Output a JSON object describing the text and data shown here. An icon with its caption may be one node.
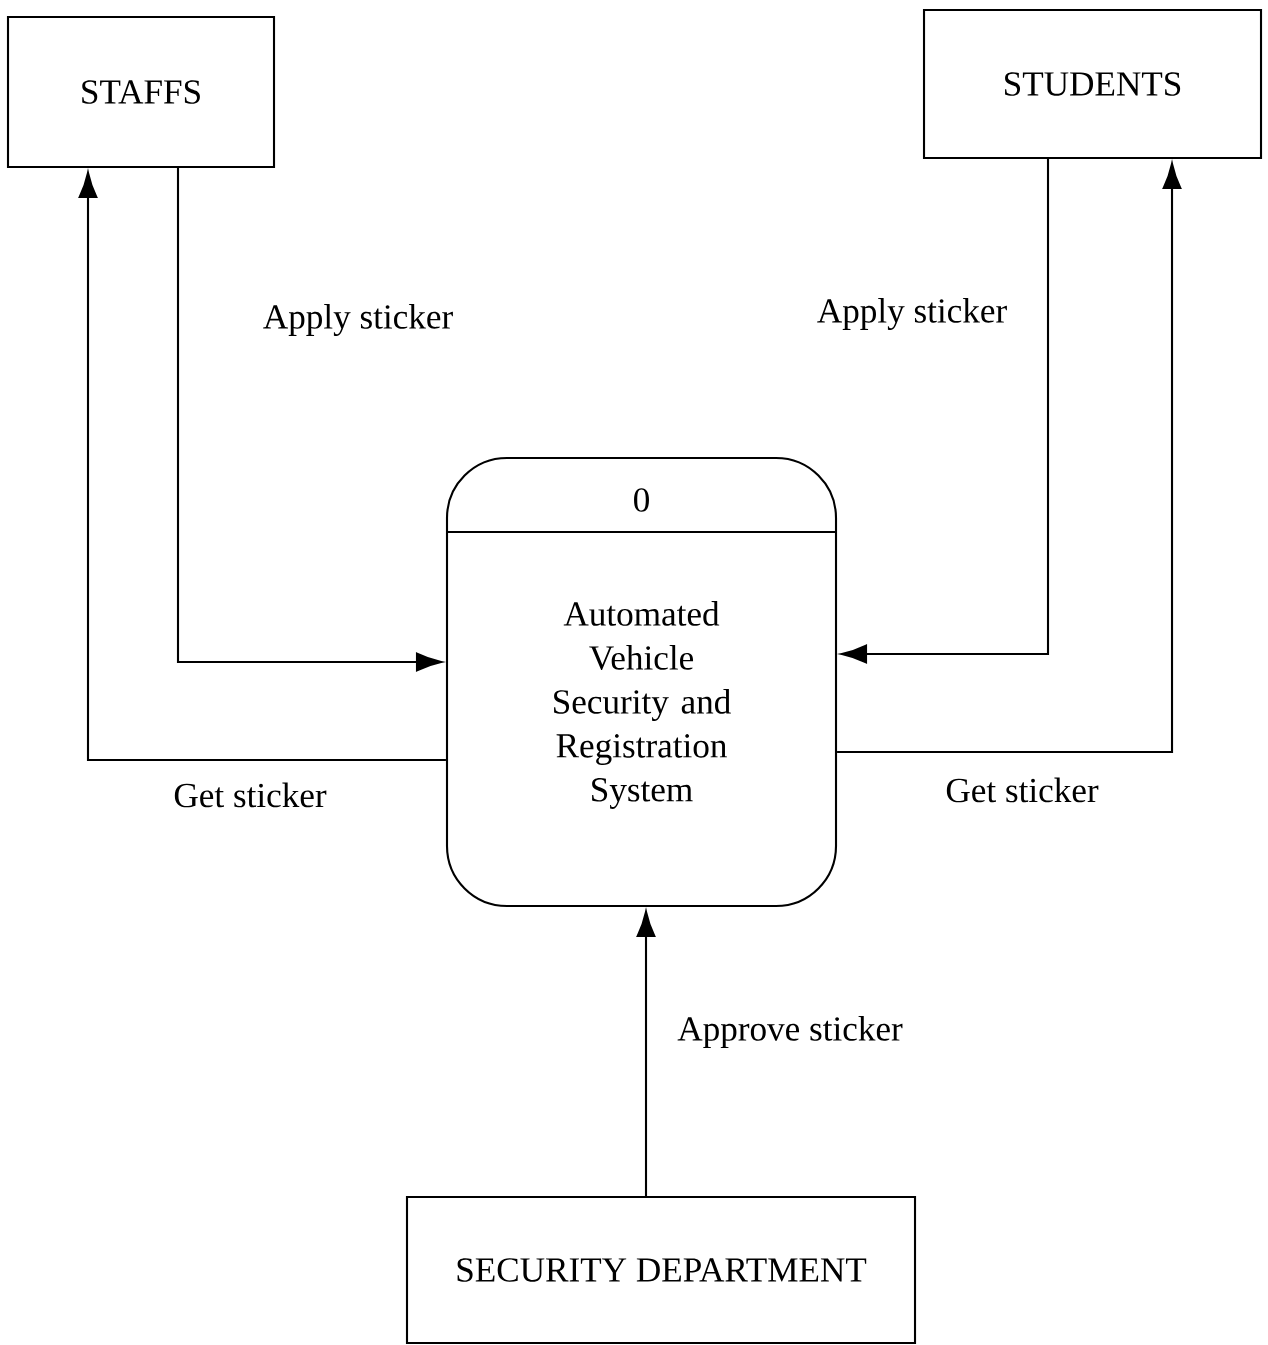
{
  "diagram": {
    "nodes": [
      {
        "text": [
          "STAFFS"
        ]
      },
      {
        "text": [
          "STUDENTS"
        ]
      },
      {
        "text": [
          "0",
          "Automated Vehicle Security and Registration System"
        ]
      },
      {
        "text": [
          "SECURITY DEPARTMENT"
        ]
      }
    ],
    "edges": [
      {
        "from": 0,
        "to": 2,
        "arrow": "to",
        "label": "Apply sticker"
      },
      {
        "from": 2,
        "to": 0,
        "arrow": "to",
        "label": "Get sticker"
      },
      {
        "from": 1,
        "to": 2,
        "arrow": "to",
        "label": "Apply sticker"
      },
      {
        "from": 2,
        "to": 1,
        "arrow": "to",
        "label": "Get sticker"
      },
      {
        "from": 3,
        "to": 2,
        "arrow": "to",
        "label": "Approve sticker"
      }
    ]
  }
}
